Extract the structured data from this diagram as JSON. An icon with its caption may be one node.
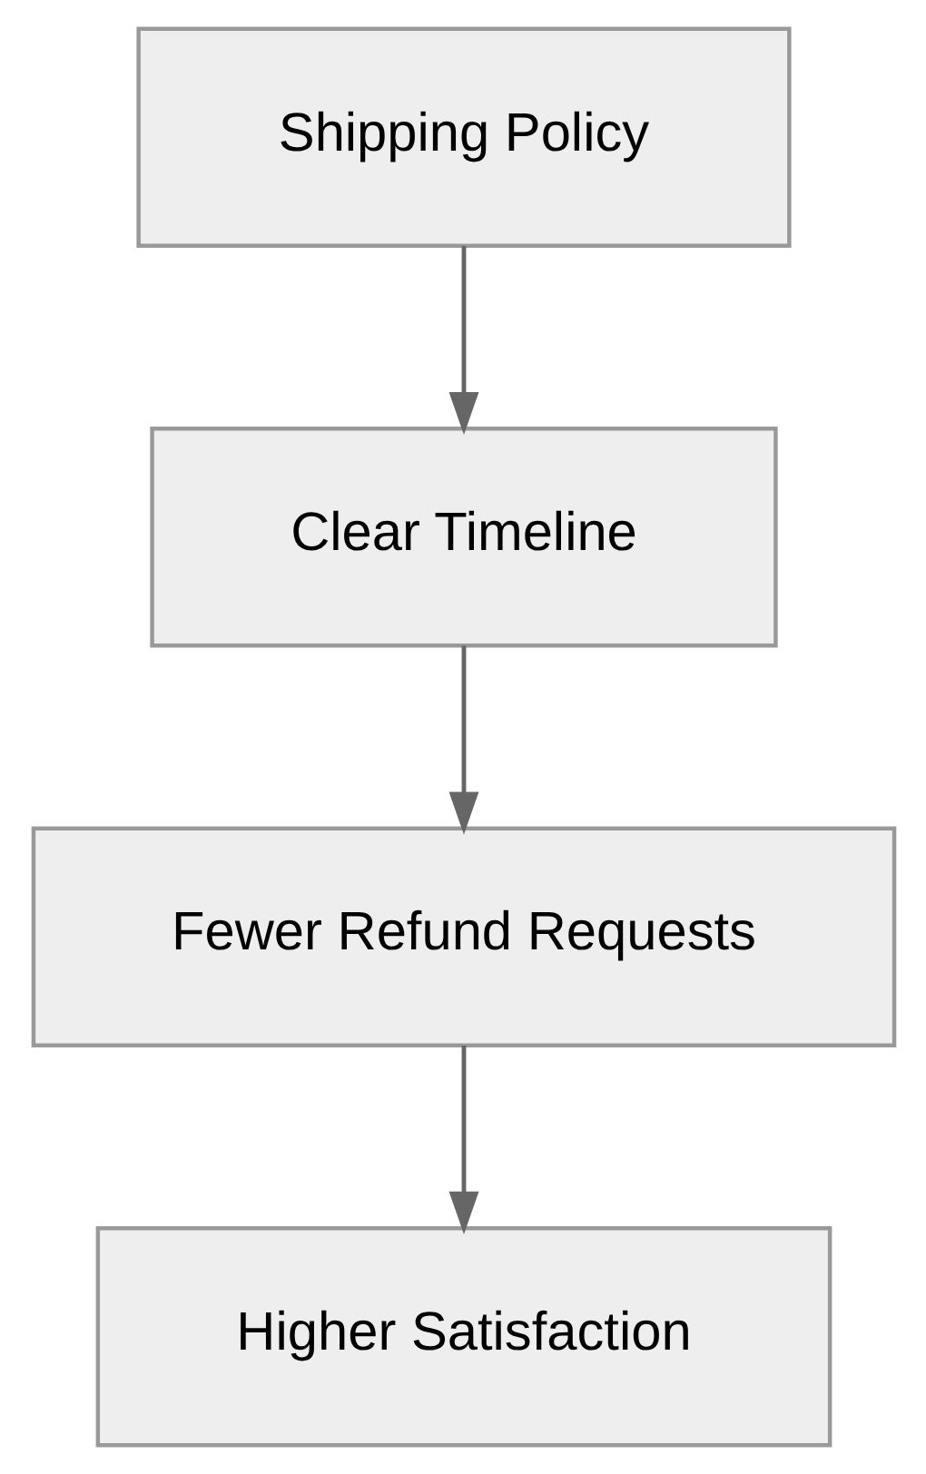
{
  "diagram": {
    "nodes": [
      {
        "text": [
          "Shipping Policy"
        ]
      },
      {
        "text": [
          "Clear Timeline"
        ]
      },
      {
        "text": [
          "Fewer Refund Requests"
        ]
      },
      {
        "text": [
          "Higher Satisfaction"
        ]
      }
    ],
    "edges": [
      {
        "from": 0,
        "to": 1,
        "arrow": "to"
      },
      {
        "from": 1,
        "to": 2,
        "arrow": "to"
      },
      {
        "from": 2,
        "to": 3,
        "arrow": "to"
      }
    ]
  }
}
